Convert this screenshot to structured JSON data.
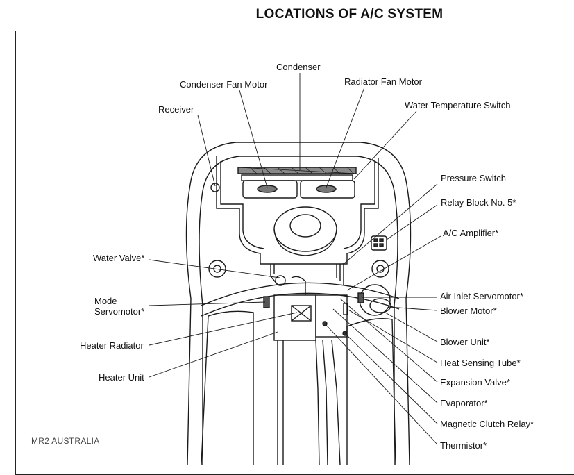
{
  "title": "LOCATIONS OF A/C SYSTEM",
  "watermark": "MR2 AUSTRALIA",
  "labels": {
    "condenser": "Condenser",
    "condenser_fan_motor": "Condenser Fan Motor",
    "radiator_fan_motor": "Radiator Fan Motor",
    "receiver": "Receiver",
    "water_temperature_switch": "Water Temperature Switch",
    "pressure_switch": "Pressure Switch",
    "relay_block_no5": "Relay Block No. 5*",
    "ac_amplifier": "A/C Amplifier*",
    "water_valve": "Water Valve*",
    "mode_servomotor_line1": "Mode",
    "mode_servomotor_line2": "Servomotor*",
    "air_inlet_servomotor": "Air Inlet Servomotor*",
    "blower_motor": "Blower Motor*",
    "heater_radiator": "Heater Radiator",
    "heater_unit": "Heater Unit",
    "blower_unit": "Blower Unit*",
    "heat_sensing_tube": "Heat Sensing Tube*",
    "expansion_valve": "Expansion Valve*",
    "evaporator": "Evaporator*",
    "magnetic_clutch_relay": "Magnetic Clutch Relay*",
    "thermistor": "Thermistor*"
  }
}
